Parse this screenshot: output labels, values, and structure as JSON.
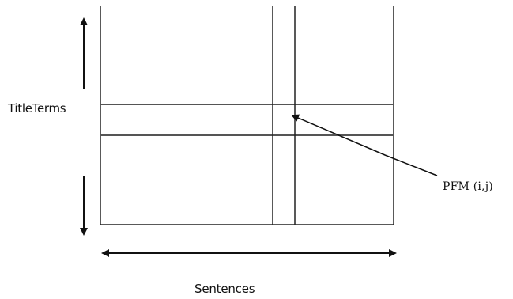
{
  "labels": {
    "row_axis": "TitleTerms",
    "column_axis": "Sentences",
    "cell": "PFM (i,j)"
  }
}
